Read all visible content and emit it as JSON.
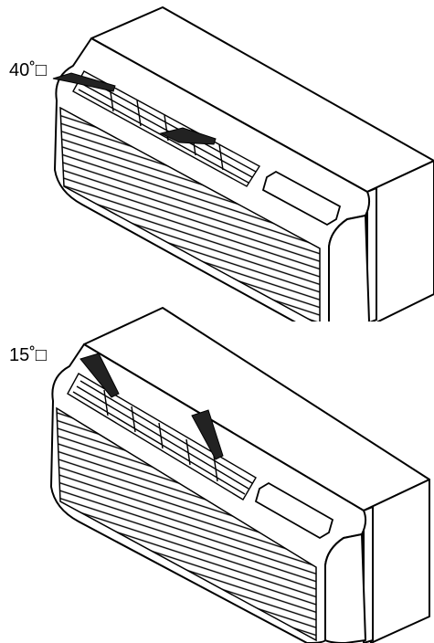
{
  "figures": [
    {
      "angle_label": "40˚□",
      "airflow": "deflected-down"
    },
    {
      "angle_label": "15˚□",
      "airflow": "deflected-up"
    }
  ],
  "colors": {
    "stroke": "#000000",
    "fill": "#ffffff",
    "arrow": "#222222"
  }
}
